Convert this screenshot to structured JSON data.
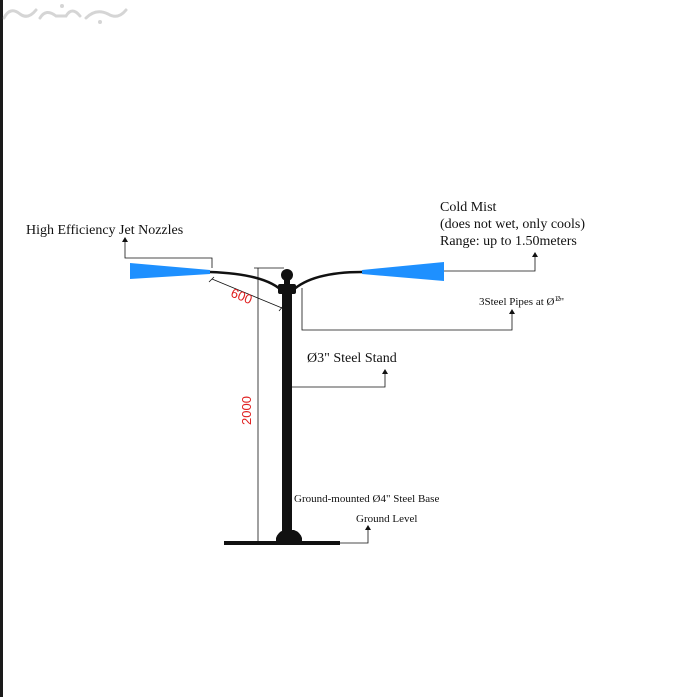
{
  "labels": {
    "nozzles": "High Efficiency Jet Nozzles",
    "cold_mist": "Cold Mist",
    "cold_mist_note": "(does not wet, only cools)",
    "range": "Range: up to  1.50meters",
    "pipes_prefix": "3Steel Pipes at Ø",
    "pipes_frac": "1⁄2",
    "pipes_suffix": "\"",
    "stand": "Ø3\" Steel Stand",
    "base": "Ground-mounted Ø4\" Steel Base",
    "ground": "Ground Level"
  },
  "dimensions": {
    "arm_length": "600",
    "height": "2000"
  },
  "colors": {
    "nozzle": "#1e90ff",
    "dimension": "#e02020",
    "line": "#111111"
  },
  "watermark": {
    "icon": "haraj-logo-icon"
  }
}
